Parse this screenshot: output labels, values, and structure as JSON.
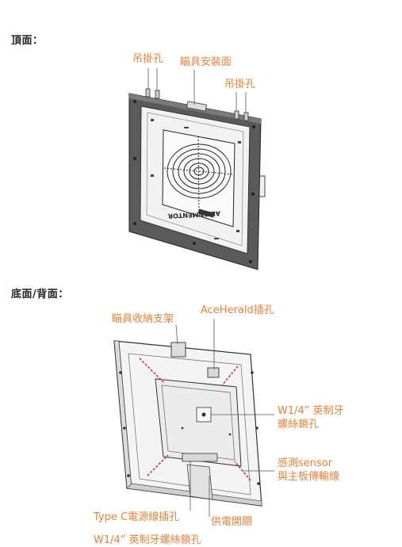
{
  "top_section": {
    "heading": "頂面：",
    "labels": {
      "hook_left": "吊掛孔",
      "aimer_mount": "瞄具安裝面",
      "hook_right": "吊掛孔"
    },
    "device_text": "ALIGNMENTOR"
  },
  "bottom_section": {
    "heading": "底面/背面：",
    "labels": {
      "aimer_stand": "瞄具收納支架",
      "aceherald_port": "AceHerald插孔",
      "thread_line1": "W1/4” 英制牙",
      "thread_line2": "螺絲鎖孔",
      "sensor_line1": "感測sensor",
      "sensor_line2": "與主板傳輸線",
      "typec": "Type C電源線插孔",
      "power_switch": "供電開關",
      "bottom_cut": "W1/4” 英制牙螺絲鎖孔"
    }
  },
  "colors": {
    "accent": "#e8823a",
    "line": "#555555"
  }
}
